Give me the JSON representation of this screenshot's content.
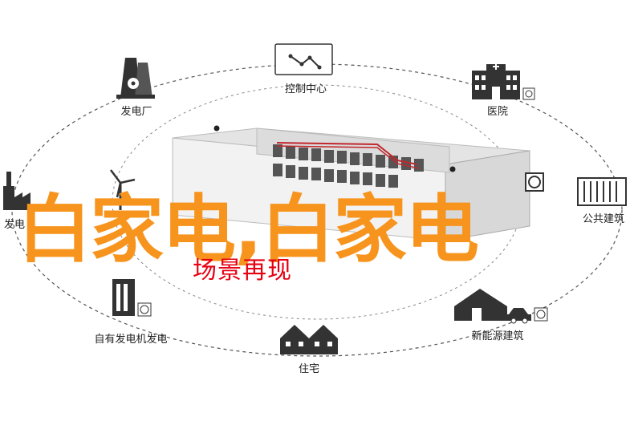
{
  "nodes": {
    "control_center": "控制中心",
    "power_plant": "发电厂",
    "hospital": "医院",
    "generator": "发电",
    "public_building": "公共建筑",
    "self_generator": "自有发电机发电",
    "residence": "住宅",
    "new_energy_building": "新能源建筑"
  },
  "overlay": {
    "headline": "白家电,白家电",
    "subhead": "场景再现"
  },
  "colors": {
    "headline": "#f7941d",
    "subhead": "#e60012",
    "dashed_ring": "#555555",
    "container_stripe": "#c0272d"
  },
  "icons": {
    "control_center": "monitor-chart-icon",
    "power_plant": "nuclear-plant-icon",
    "hospital": "hospital-building-icon",
    "generator": "factory-icon",
    "public_building": "office-building-icon",
    "self_generator": "server-tower-icon",
    "residence": "houses-icon",
    "new_energy_building": "house-car-icon",
    "wind": "wind-turbine-icon",
    "fan": "fan-icon"
  }
}
